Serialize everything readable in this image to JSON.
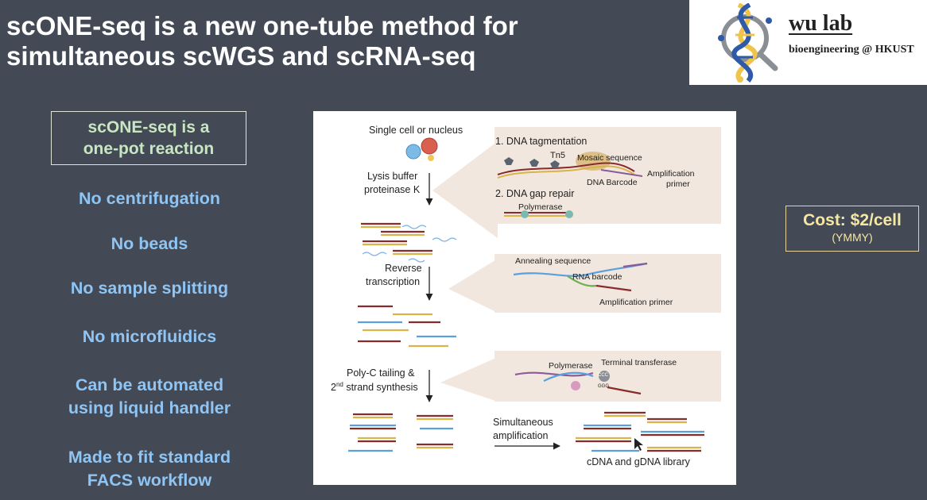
{
  "slide": {
    "title_line1": "scONE-seq is a new one-tube method for",
    "title_line2": "simultaneous scWGS and scRNA-seq"
  },
  "logo": {
    "name": "wu lab",
    "subtitle": "bioengineering @ HKUST"
  },
  "onepot": {
    "line1": "scONE-seq is a",
    "line2": "one-pot reaction"
  },
  "features": [
    {
      "line1": "No centrifugation"
    },
    {
      "line1": "No beads"
    },
    {
      "line1": "No sample splitting"
    },
    {
      "line1": "No microfluidics"
    },
    {
      "line1": "Can be automated",
      "line2": "using liquid handler"
    },
    {
      "line1": "Made to fit standard",
      "line2": "FACS workflow"
    }
  ],
  "cost": {
    "label": "Cost: $2/cell",
    "note": "(YMMY)"
  },
  "diagram": {
    "single_cell": "Single cell or nucleus",
    "lysis1": "Lysis buffer",
    "lysis2": "proteinase K",
    "rt1": "Reverse",
    "rt2": "transcription",
    "polyc1": "Poly-C tailing &",
    "polyc2_num": "2",
    "polyc2_sup": "nd",
    "polyc2_rest": " strand synthesis",
    "sim1": "Simultaneous",
    "sim2": "amplification",
    "library": "cDNA and gDNA library",
    "tagmentation": "1. DNA tagmentation",
    "tn5": "Tn5",
    "mosaic": "Mosaic sequence",
    "amp_primer1": "Amplification",
    "amp_primer2": "primer",
    "dna_barcode": "DNA Barcode",
    "gap_repair": "2. DNA gap repair",
    "polymerase": "Polymerase",
    "annealing": "Annealing sequence",
    "rna_barcode": "RNA barcode",
    "amp_primer_full": "Amplification primer",
    "polymerase2": "Polymerase",
    "terminal": "Terminal transferase",
    "ccc": "CCC",
    "ggg": "GGG"
  },
  "colors": {
    "background": "#434955",
    "feature_text": "#8ec5f4",
    "onepot_text": "#c7e6c1",
    "cost_text": "#f6e7a3",
    "callout": "#f1e7de"
  }
}
